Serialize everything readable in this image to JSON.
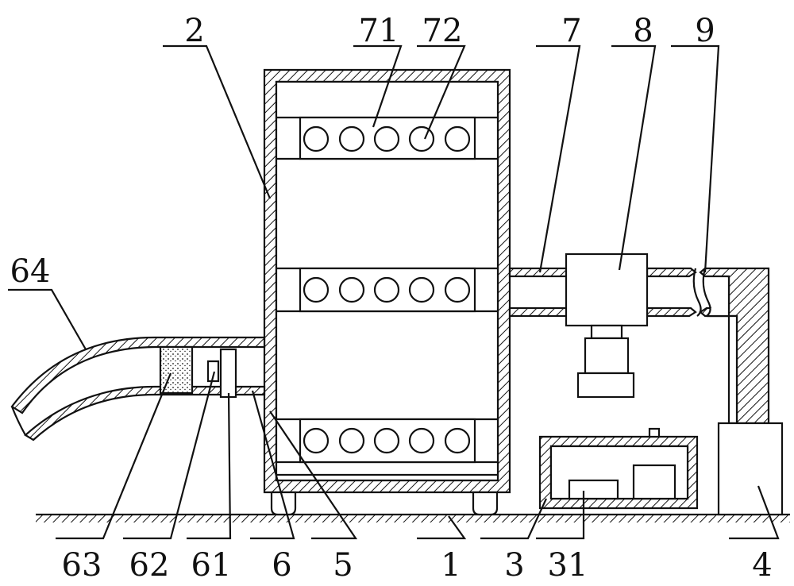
{
  "figure": {
    "labels": {
      "l2": "2",
      "l71": "71",
      "l72": "72",
      "l7": "7",
      "l8": "8",
      "l9": "9",
      "l64": "64",
      "l63": "63",
      "l62": "62",
      "l61": "61",
      "l6": "6",
      "l5": "5",
      "l1": "1",
      "l3": "3",
      "l31": "31",
      "l4": "4"
    }
  }
}
